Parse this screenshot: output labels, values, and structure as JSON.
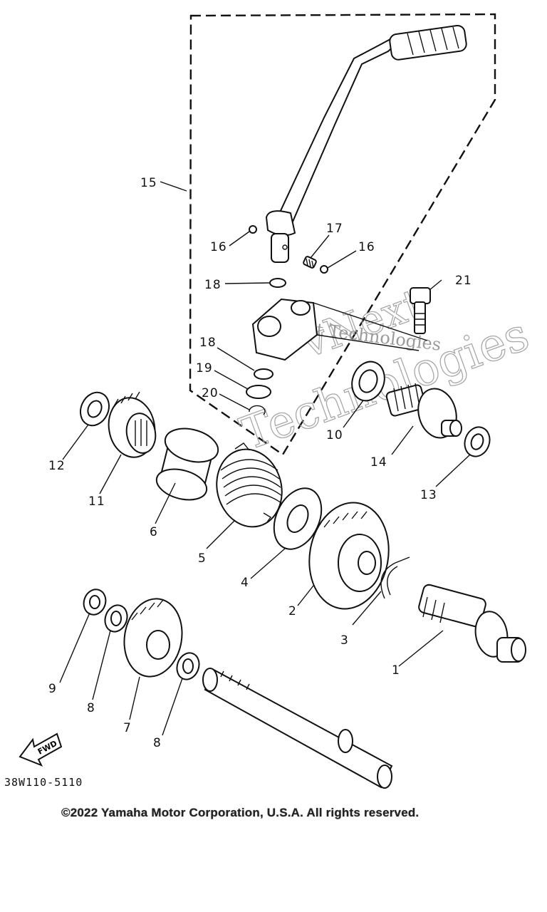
{
  "diagram": {
    "ref_code": "38W110-5110",
    "copyright": "©2022 Yamaha Motor Corporation, U.S.A. All rights reserved.",
    "fwd_label": "FWD",
    "watermark": {
      "line1": "vNext",
      "line2": "Technologies",
      "overlay": "vNext Technologies"
    },
    "callouts": {
      "c1": "1",
      "c2": "2",
      "c3": "3",
      "c4": "4",
      "c5": "5",
      "c6": "6",
      "c7": "7",
      "c8a": "8",
      "c8b": "8",
      "c9": "9",
      "c10": "10",
      "c11": "11",
      "c12": "12",
      "c13": "13",
      "c14": "14",
      "c15": "15",
      "c16a": "16",
      "c16b": "16",
      "c17": "17",
      "c18a": "18",
      "c18b": "18",
      "c19": "19",
      "c20": "20",
      "c21": "21"
    }
  }
}
